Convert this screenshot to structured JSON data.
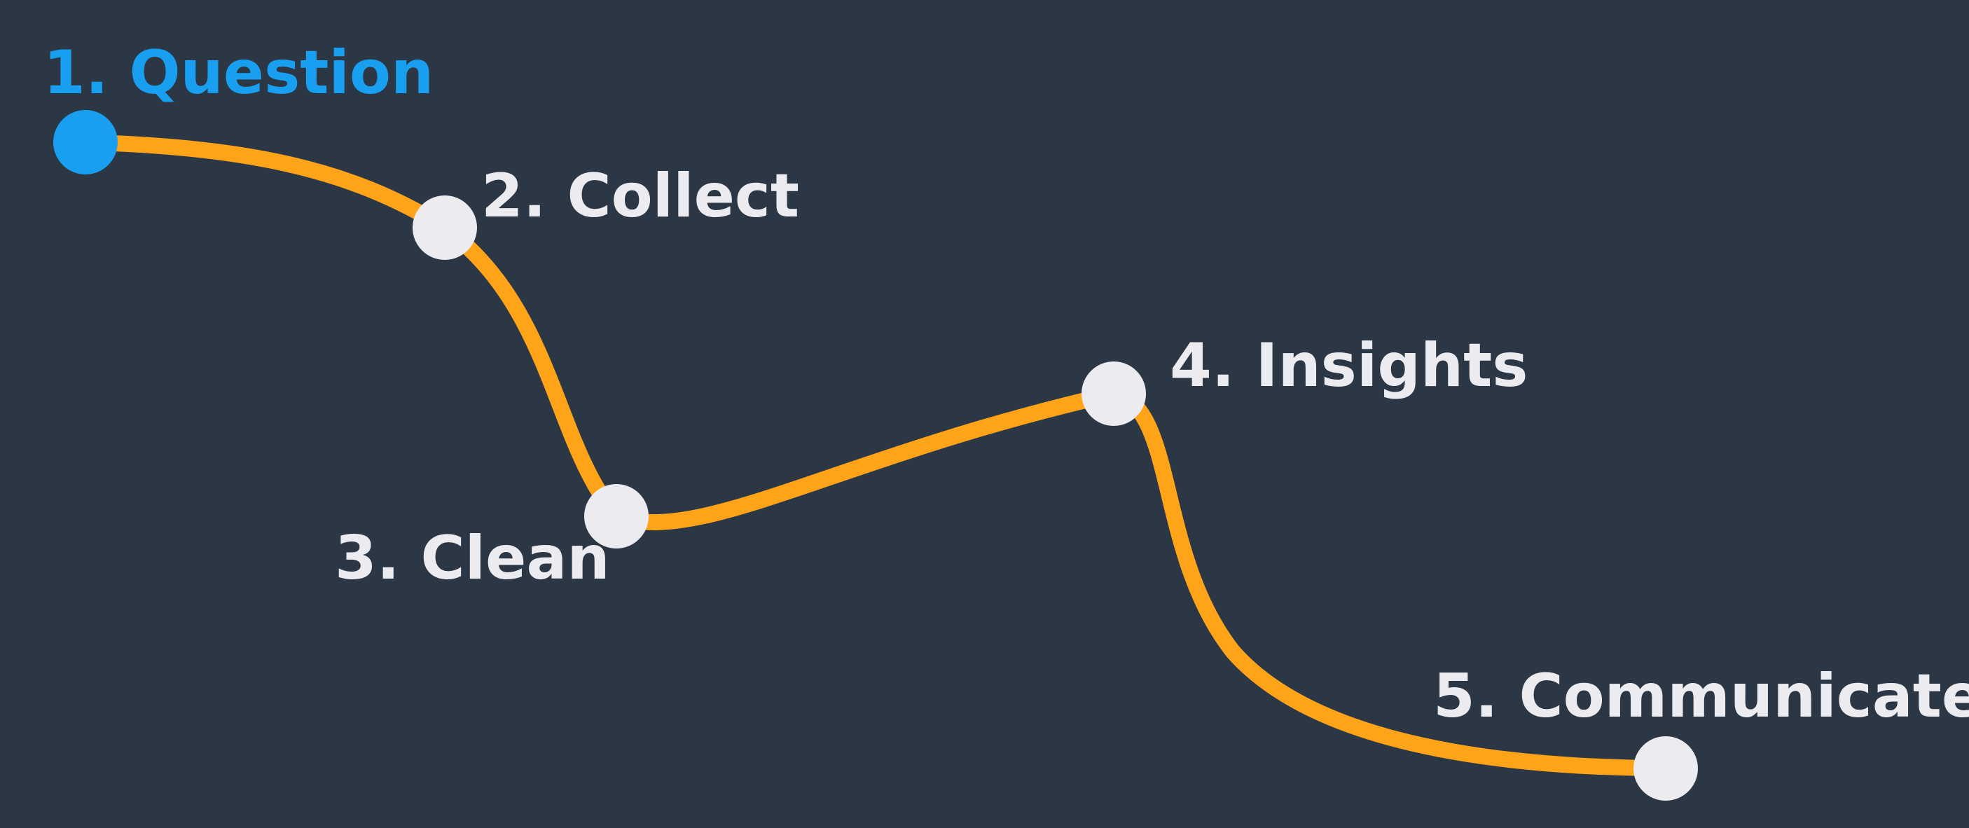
{
  "colors": {
    "background": "#2c3746",
    "path": "#ffa418",
    "active": "#199ff0",
    "inactive": "#ecebef"
  },
  "steps": [
    {
      "label": "1. Question",
      "active": true
    },
    {
      "label": "2. Collect",
      "active": false
    },
    {
      "label": "3. Clean",
      "active": false
    },
    {
      "label": "4. Insights",
      "active": false
    },
    {
      "label": "5. Communicate",
      "active": false
    }
  ]
}
